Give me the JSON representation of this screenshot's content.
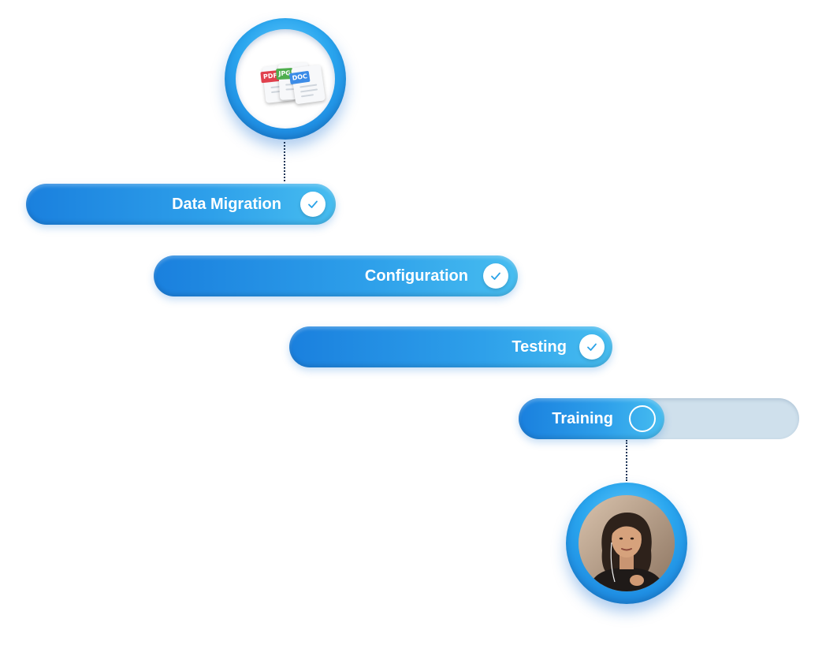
{
  "diagram": {
    "top_icon": {
      "name": "documents-icon",
      "files": [
        {
          "label": "PDF",
          "color": "#e0414d"
        },
        {
          "label": "JPG",
          "color": "#4fae4e"
        },
        {
          "label": "DOC",
          "color": "#3c8ce7"
        }
      ]
    },
    "phases": [
      {
        "label": "Data Migration",
        "status": "complete"
      },
      {
        "label": "Configuration",
        "status": "complete"
      },
      {
        "label": "Testing",
        "status": "complete"
      },
      {
        "label": "Training",
        "status": "in-progress",
        "progress": 0.52
      }
    ],
    "bottom_image": "person-with-headset-photo",
    "colors": {
      "bar_start": "#1a80de",
      "bar_end": "#47bdf0",
      "track": "#cfe0ec",
      "connector": "#1d3557"
    }
  }
}
